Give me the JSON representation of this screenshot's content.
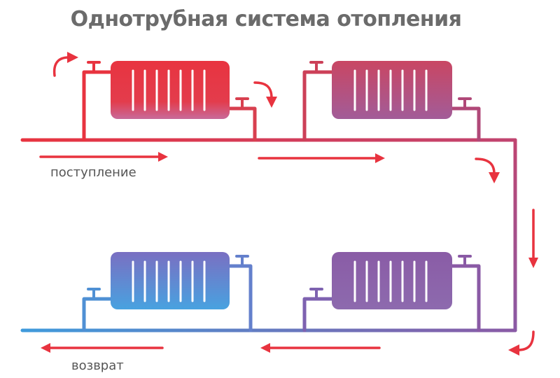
{
  "title": "Однотрубная система отопления",
  "labels": {
    "supply": "поступление",
    "return": "возврат"
  },
  "colors": {
    "hot": "#e8333f",
    "warm": "#b94a72",
    "cool": "#8a5aa5",
    "cold": "#3f9bdc",
    "title": "#6b6b6b",
    "arrow": "#e8333f"
  },
  "radiators": [
    {
      "id": "radiator-1",
      "temperature": "hot"
    },
    {
      "id": "radiator-2",
      "temperature": "warm"
    },
    {
      "id": "radiator-3",
      "temperature": "cool"
    },
    {
      "id": "radiator-4",
      "temperature": "cold"
    }
  ]
}
